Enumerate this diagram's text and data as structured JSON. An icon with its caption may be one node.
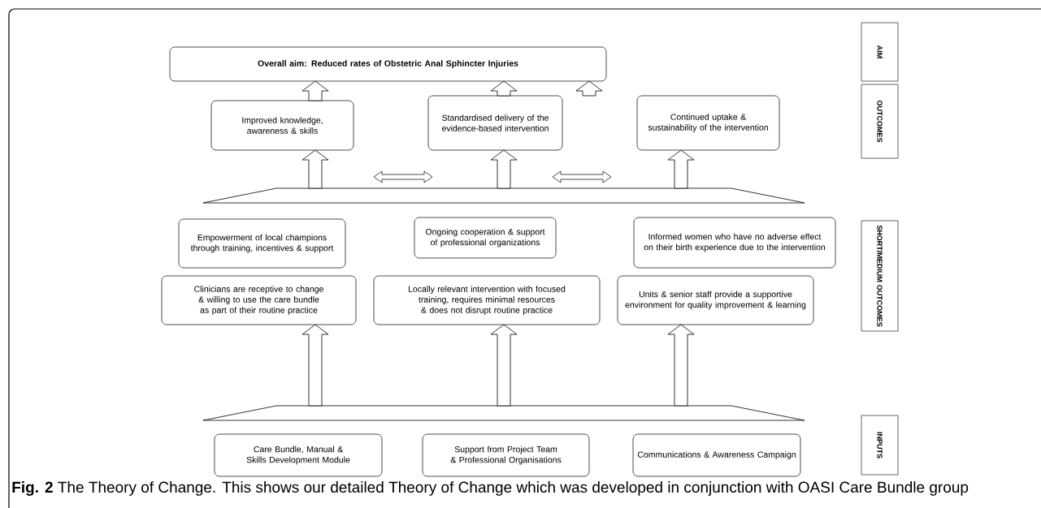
{
  "diagram": {
    "caption": "**Fig. 2** The Theory of Change. This shows our detailed Theory of Change which was developed in conjunction with OASI Care Bundle group",
    "nodes": [
      {
        "text": [
          "Overall aim: Reduced rates of Obstetric Anal Sphincter Injuries"
        ]
      },
      {
        "text": [
          "Improved knowledge, awareness & skills"
        ]
      },
      {
        "text": [
          "Standardised delivery of the evidence-based intervention"
        ]
      },
      {
        "text": [
          "Continued uptake & sustainability of the intervention"
        ]
      },
      {
        "text": [],
        "shape": "trapezoid"
      },
      {
        "text": [
          "Empowerment of local champions through training, incentives & support"
        ]
      },
      {
        "text": [
          "Ongoing cooperation & support of professional organizations"
        ]
      },
      {
        "text": [
          "Informed women who have no adverse effect on their birth experience due to the intervention"
        ]
      },
      {
        "text": [
          "Clinicians are receptive to change & willing to use the care bundle as part of their routine practice"
        ]
      },
      {
        "text": [
          "Locally relevant intervention with focused training, requires minimal resources & does not disrupt routine practice"
        ]
      },
      {
        "text": [
          "Units & senior staff provide a supportive environment for quality improvement & learning"
        ]
      },
      {
        "text": [],
        "shape": "trapezoid"
      },
      {
        "text": [
          "Care Bundle, Manual & Skills Development Module"
        ]
      },
      {
        "text": [
          "Support from Project Team & Professional Organisations"
        ]
      },
      {
        "text": [
          "Communications & Awareness Campaign"
        ]
      },
      {
        "text": [
          "AIM"
        ]
      },
      {
        "text": [
          "OUTCOMES"
        ]
      },
      {
        "text": [
          "SHORT/MEDIUM OUTCOMES"
        ]
      },
      {
        "text": [
          "INPUTS"
        ]
      }
    ],
    "edges": [
      {
        "from": 1,
        "to": 0,
        "arrow": "to"
      },
      {
        "from": 2,
        "to": 0,
        "arrow": "to"
      },
      {
        "from": 3,
        "to": 0,
        "arrow": "to"
      },
      {
        "from": 4,
        "to": 1,
        "arrow": "to"
      },
      {
        "from": 4,
        "to": 2,
        "arrow": "to"
      },
      {
        "from": 4,
        "to": 3,
        "arrow": "to"
      },
      {
        "from": 11,
        "to": 8,
        "arrow": "to"
      },
      {
        "from": 11,
        "to": 9,
        "arrow": "to"
      },
      {
        "from": 11,
        "to": 10,
        "arrow": "to"
      }
    ]
  }
}
